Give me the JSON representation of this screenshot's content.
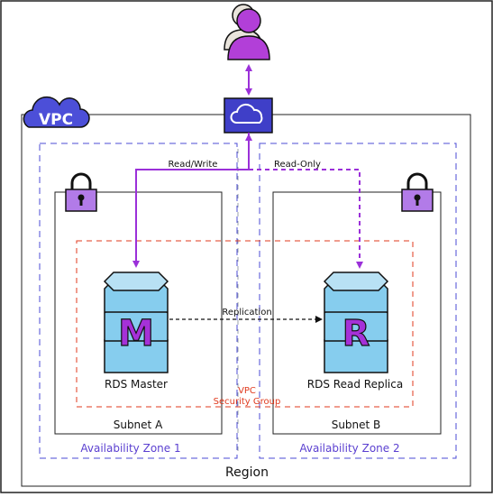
{
  "vpc_badge": "VPC",
  "region_label": "Region",
  "zones": [
    {
      "label": "Availability Zone 1"
    },
    {
      "label": "Availability Zone 2"
    }
  ],
  "subnets": [
    {
      "label": "Subnet A"
    },
    {
      "label": "Subnet B"
    }
  ],
  "databases": [
    {
      "letter": "M",
      "label": "RDS Master"
    },
    {
      "letter": "R",
      "label": "RDS Read Replica"
    }
  ],
  "security_group": {
    "line1": "VPC",
    "line2": "Security Group"
  },
  "connections": {
    "read_write": "Read/Write",
    "read_only": "Read-Only",
    "replication": "Replication"
  },
  "colors": {
    "purple": "#9b30d9",
    "blue_icon": "#3f3fc8",
    "zone_label": "#5a3fd0",
    "security_group": "#e03a1e",
    "db_fill": "#86cdee"
  },
  "icons": [
    "user-icon",
    "cloud-gateway-icon",
    "vpc-cloud-icon",
    "padlock-icon",
    "database-icon"
  ]
}
